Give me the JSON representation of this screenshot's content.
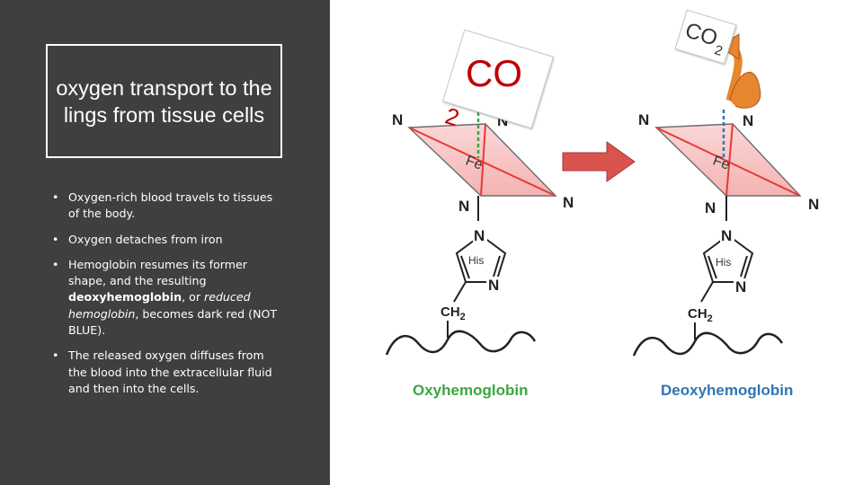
{
  "title": "oxygen transport to the lings from tissue cells",
  "bullets": {
    "b1": "Oxygen-rich blood travels to tissues of the body.",
    "b2": "Oxygen detaches from iron",
    "b3_pre": "Hemoglobin resumes its former shape, and the resulting ",
    "b3_bold": "deoxyhemoglobin",
    "b3_mid": ", or ",
    "b3_it": "reduced hemoglobin",
    "b3_post": ", becomes dark red (NOT BLUE).",
    "b4": "The released oxygen diffuses from the blood into the extracellular fluid and then into the cells."
  },
  "diagram": {
    "atom_n": "N",
    "atom_fe": "Fe",
    "ring_label": "His",
    "ch": "CH",
    "ch_sub": "2",
    "left_label": "Oxyhemoglobin",
    "right_label": "Deoxyhemoglobin"
  },
  "co2_big": {
    "text": "CO",
    "sub": "2"
  },
  "co2_small": {
    "text": "CO",
    "sub": "2"
  },
  "colors": {
    "panel": "#3f3f3f",
    "plane_fill": "#f8c6c6",
    "fe_lines": "#e53935",
    "oxy_label": "#3aa63f",
    "deoxy_label": "#2e75b6",
    "arrow": "#d9534f",
    "curved_arrow": "#e8862f",
    "co2_red": "#c00000"
  }
}
